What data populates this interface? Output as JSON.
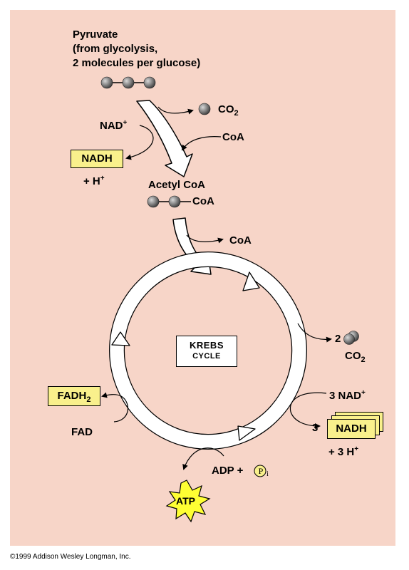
{
  "pyruvate": {
    "line1": "Pyruvate",
    "line2": "(from glycolysis,",
    "line3": "2 molecules per glucose)"
  },
  "step1": {
    "co2": "CO",
    "co2_sub": "2",
    "nad": "NAD",
    "nad_sup": "+",
    "coa": "CoA",
    "nadh": "NADH",
    "h": "+ H",
    "h_sup": "+"
  },
  "acetyl": {
    "title": "Acetyl CoA",
    "coa": "CoA"
  },
  "coa_out": "CoA",
  "krebs": {
    "line1": "Krebs",
    "line2": "cycle"
  },
  "co2_out": {
    "count": "2",
    "label": "CO",
    "sub": "2"
  },
  "nad_in": {
    "label": "3 NAD",
    "sup": "+"
  },
  "nadh_out": {
    "count": "3",
    "label": "NADH",
    "h": "+ 3 H",
    "h_sup": "+"
  },
  "fadh2": {
    "label": "FADH",
    "sub": "2"
  },
  "fad": "FAD",
  "adp": {
    "label": "ADP +",
    "pi": "P",
    "pi_sub": "i"
  },
  "atp": "ATP",
  "copyright": "©1999 Addison Wesley Longman, Inc.",
  "colors": {
    "background": "#f7d5c8",
    "highlight_box": "#f9f08c",
    "atp_star": "#ffff33",
    "sphere": "#7a7a7a"
  }
}
